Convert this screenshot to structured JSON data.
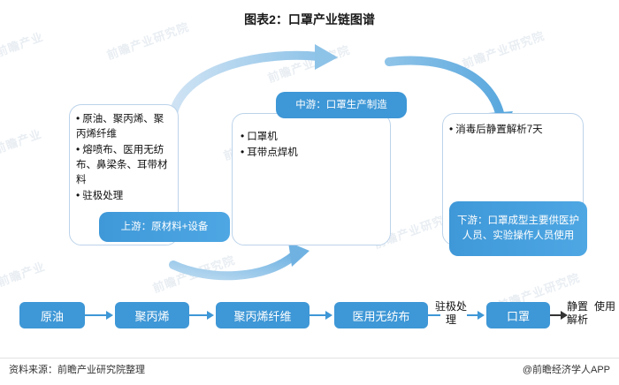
{
  "title": "图表2：口罩产业链图谱",
  "panels": {
    "upstream": {
      "items": [
        "原油、聚丙烯、聚丙烯纤维",
        "熔喷布、医用无纺布、鼻梁条、耳带材料",
        "驻极处理"
      ],
      "chip": "上游：原材料+设备"
    },
    "midstream": {
      "chip": "中游：口罩生产制造",
      "items": [
        "口罩机",
        "耳带点焊机"
      ]
    },
    "downstream": {
      "items": [
        "消毒后静置解析7天"
      ],
      "chip": "下游：口罩成型主要供医护人员、实验操作人员使用"
    }
  },
  "flow": {
    "boxes": [
      "原油",
      "聚丙烯",
      "聚丙烯纤维",
      "医用无纺布",
      "口罩"
    ],
    "labels": [
      "驻极处理",
      "静置解析",
      "使用"
    ]
  },
  "footer": {
    "source": "资料来源：前瞻产业研究院整理",
    "credit": "@前瞻经济学人APP"
  },
  "watermarks": {
    "text": "前瞻产业研究院",
    "short": "前瞻产业"
  },
  "colors": {
    "accent": "#3e97d6",
    "panel_border": "#bcd3ea",
    "text": "#111111"
  }
}
